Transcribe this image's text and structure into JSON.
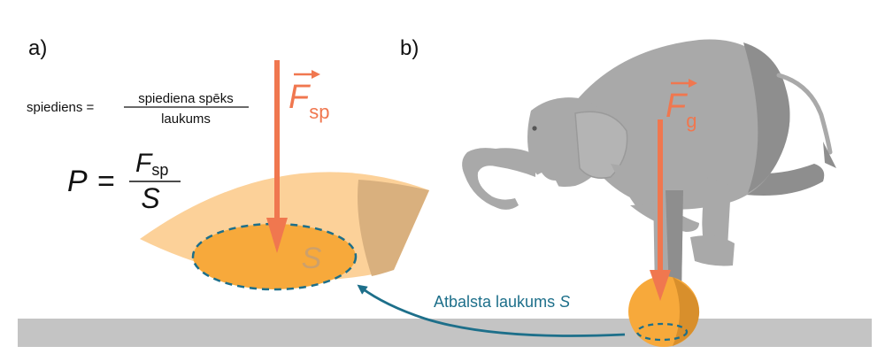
{
  "panels": {
    "a_label": "a)",
    "b_label": "b)"
  },
  "formula_words": {
    "lhs": "spiediens =",
    "numerator": "spiediena spēks",
    "denominator": "laukums"
  },
  "formula_symbols": {
    "P": "P",
    "equals": "=",
    "F": "F",
    "F_sub": "sp",
    "S": "S"
  },
  "force_labels": {
    "contact_force_letter": "F",
    "contact_force_sub": "sp",
    "weight_letter": "F",
    "weight_sub": "g"
  },
  "area_label": "S",
  "support_area": {
    "text": "Atbalsta laukums ",
    "symbol": "S"
  },
  "colors": {
    "force_arrow": "#f0774f",
    "support_label": "#1d6f8a",
    "dashed_outline": "#1d6f8a",
    "ground": "#c4c4c4",
    "elephant": "#a9a9a9",
    "elephant_shadow": "#8e8e8e",
    "ball": "#f7a93b",
    "surface_light": "#fcd199",
    "surface_shadow": "#d9b07e",
    "area_fill": "#f7a93b",
    "text": "#111111"
  }
}
